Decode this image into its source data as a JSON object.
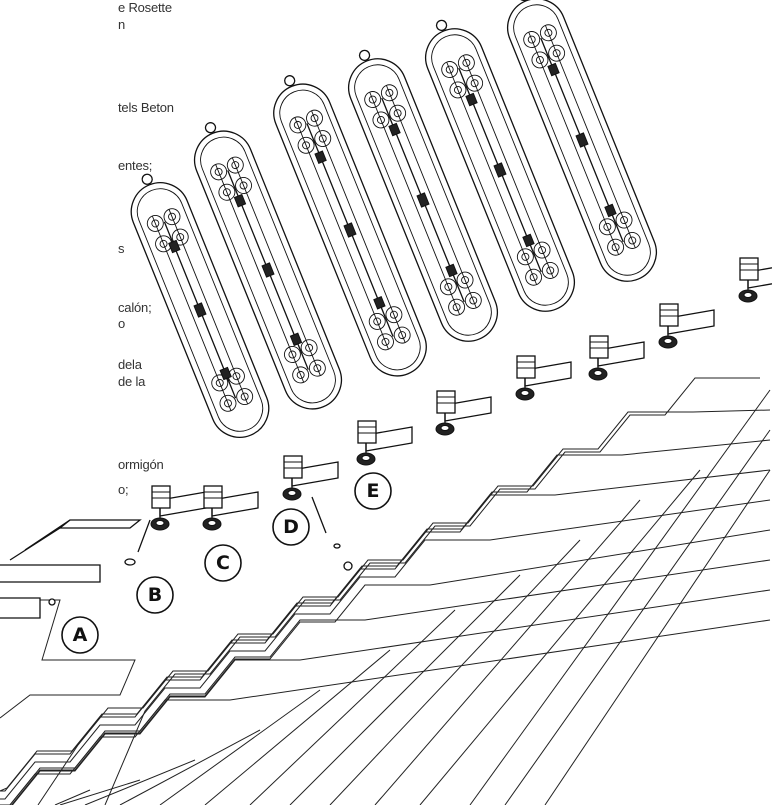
{
  "text_fragments": [
    "e Rosette",
    "n",
    "tels Beton",
    "entes;",
    "s",
    "calón;",
    "o",
    "dela",
    "de la",
    "ormigón",
    "o;"
  ],
  "step_labels": [
    "A",
    "B",
    "C",
    "D",
    "E"
  ],
  "colors": {
    "line": "#111111",
    "background": "#ffffff"
  }
}
